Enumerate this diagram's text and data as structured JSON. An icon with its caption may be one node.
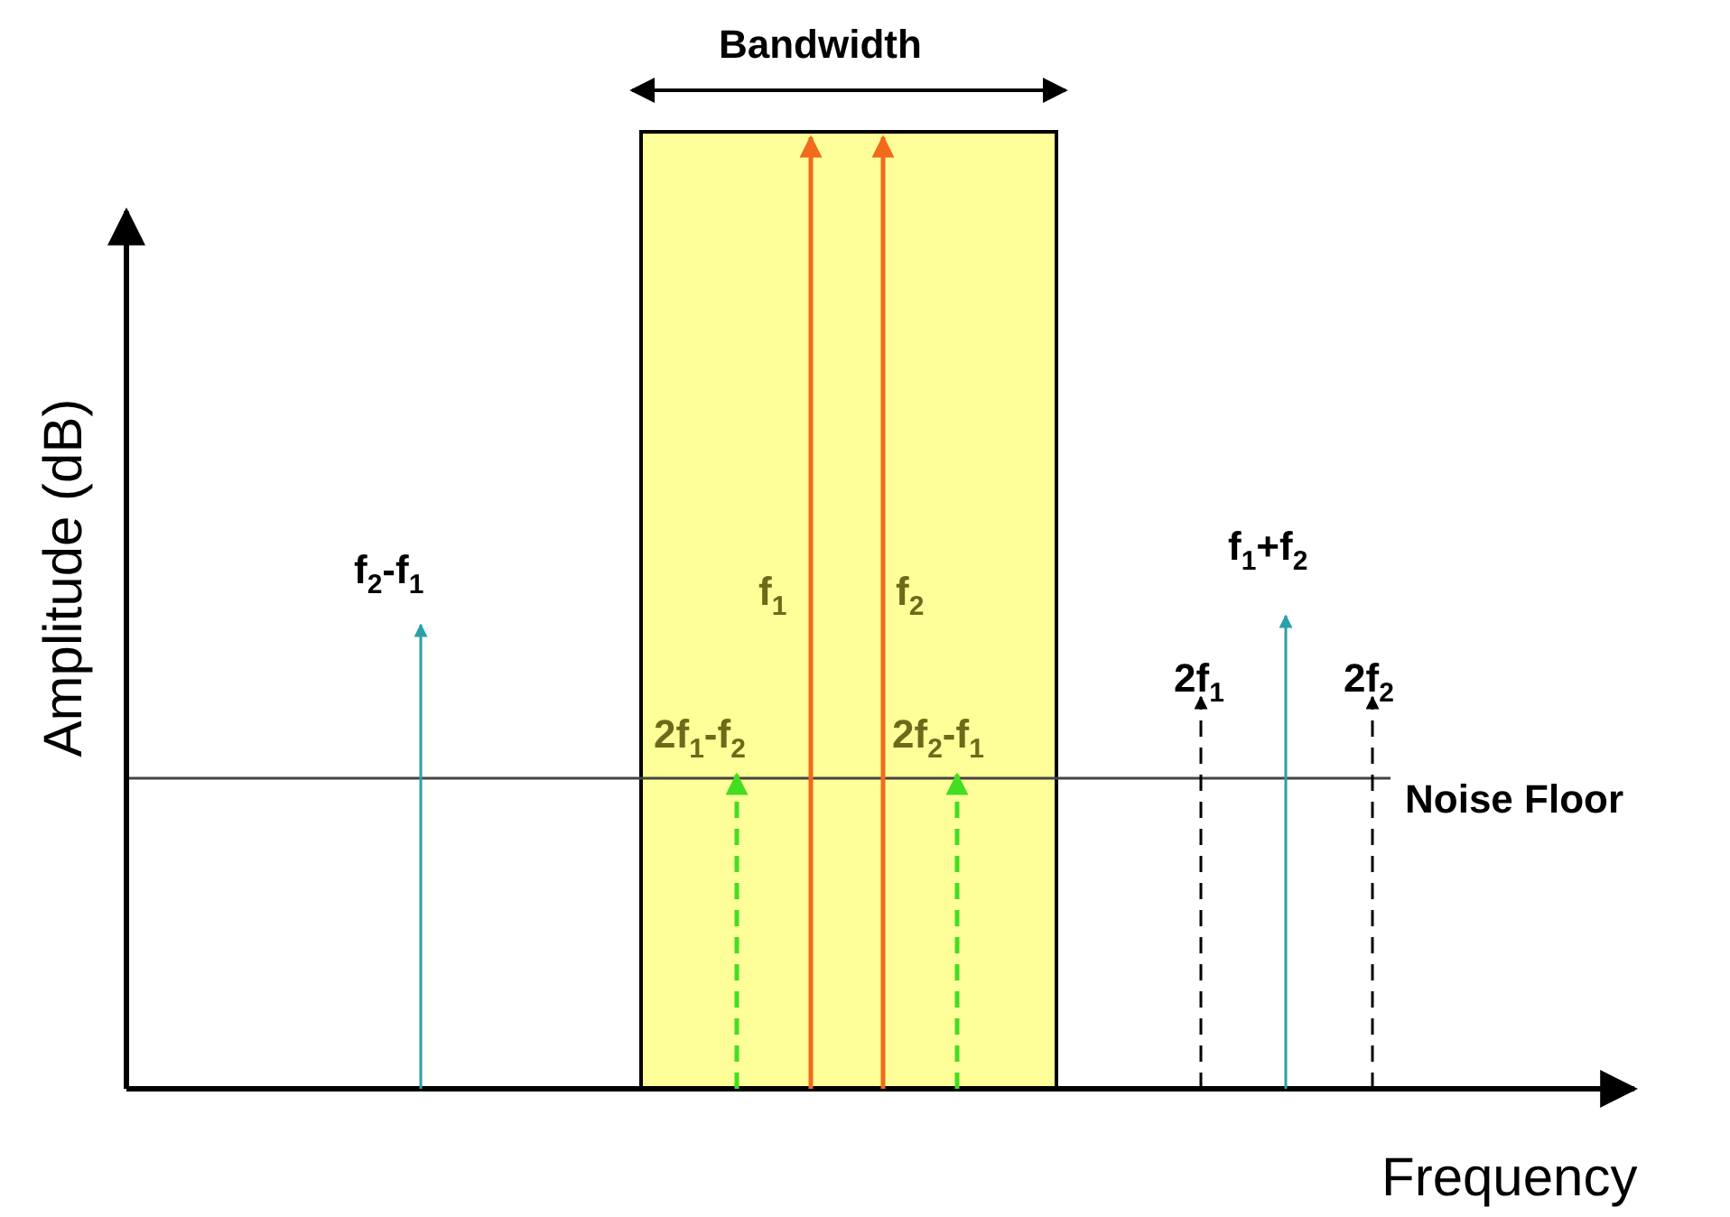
{
  "diagram": {
    "labels": [
      "Bandwidth",
      "Amplitude (dB)",
      "f$_{2}$-f$_{1}$",
      "f$_{1}$",
      "f$_{2}$",
      "f$_{1}$+f$_{2}$",
      "2f$_{1}$",
      "2f$_{2}$",
      "2f$_{1}$-f$_{2}$",
      "2f$_{2}$-f$_{1}$",
      "Noise Floor",
      "Frequency"
    ]
  }
}
